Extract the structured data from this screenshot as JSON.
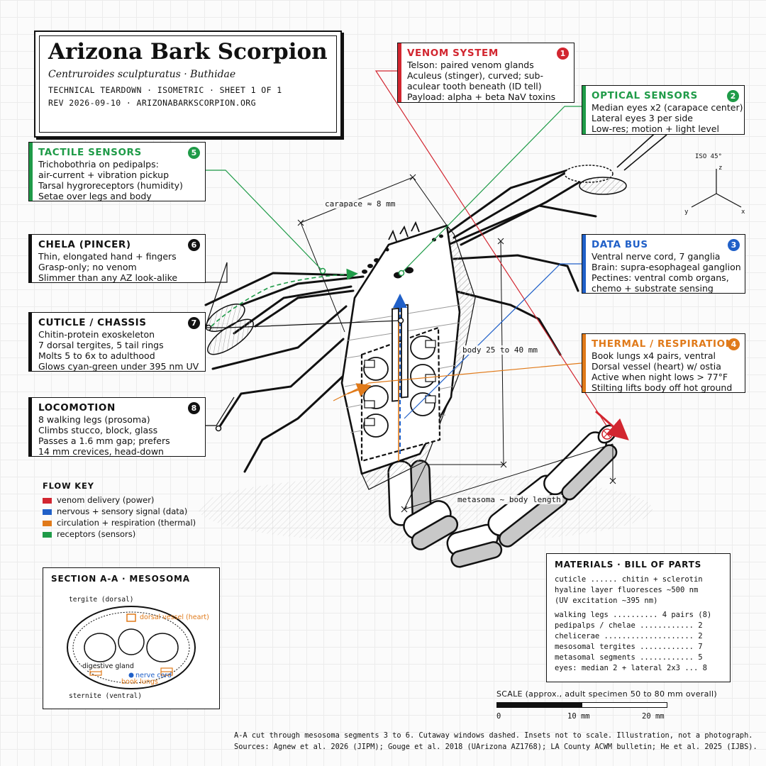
{
  "header": {
    "title": "Arizona Bark Scorpion",
    "subtitle": "Centruroides sculpturatus · Buthidae",
    "meta_line1": "TECHNICAL TEARDOWN · ISOMETRIC · SHEET 1 OF 1",
    "meta_line2": "REV 2026-09-10 · ARIZONABARKSCORPION.ORG"
  },
  "colors": {
    "venom": "#d22630",
    "optical": "#1f9b48",
    "data": "#2060c8",
    "thermal": "#e07a1a",
    "ink": "#111111"
  },
  "callouts": {
    "venom": {
      "title": "VENOM SYSTEM",
      "number": "1",
      "lines": [
        "Telson: paired venom glands",
        "Aculeus (stinger), curved; sub-",
        "aculear tooth beneath (ID tell)",
        "Payload: alpha + beta NaV toxins"
      ]
    },
    "optical": {
      "title": "OPTICAL SENSORS",
      "number": "2",
      "lines": [
        "Median eyes x2 (carapace center)",
        "Lateral eyes 3 per side",
        "Low-res; motion + light level"
      ]
    },
    "data_bus": {
      "title": "DATA BUS",
      "number": "3",
      "lines": [
        "Ventral nerve cord, 7 ganglia",
        "Brain: supra-esophageal ganglion",
        "Pectines: ventral comb organs,",
        "chemo + substrate sensing"
      ]
    },
    "thermal": {
      "title": "THERMAL / RESPIRATION",
      "number": "4",
      "lines": [
        "Book lungs x4 pairs, ventral",
        "Dorsal vessel (heart) w/ ostia",
        "Active when night lows > 77°F",
        "Stilting lifts body off hot ground"
      ]
    },
    "tactile": {
      "title": "TACTILE SENSORS",
      "number": "5",
      "lines": [
        "Trichobothria on pedipalps:",
        "air-current + vibration pickup",
        "Tarsal hygroreceptors (humidity)",
        "Setae over legs and body"
      ]
    },
    "chela": {
      "title": "CHELA (PINCER)",
      "number": "6",
      "lines": [
        "Thin, elongated hand + fingers",
        "Grasp-only; no venom",
        "Slimmer than any AZ look-alike"
      ]
    },
    "cuticle": {
      "title": "CUTICLE / CHASSIS",
      "number": "7",
      "lines": [
        "Chitin-protein exoskeleton",
        "7 dorsal tergites, 5 tail rings",
        "Molts 5 to 6x to adulthood",
        "Glows cyan-green under 395 nm UV"
      ]
    },
    "locomotion": {
      "title": "LOCOMOTION",
      "number": "8",
      "lines": [
        "8 walking legs (prosoma)",
        "Climbs stucco, block, glass",
        "Passes a 1.6 mm gap; prefers",
        "14 mm crevices, head-down"
      ]
    }
  },
  "dimensions": {
    "carapace": "carapace ≈ 8 mm",
    "body": "body 25 to 40 mm",
    "metasoma": "metasoma ~ body length"
  },
  "axes": {
    "label": "ISO 45°",
    "z": "z",
    "y": "y",
    "x": "x"
  },
  "flow_key": {
    "title": "FLOW KEY",
    "items": [
      {
        "label": "venom delivery (power)",
        "color": "#d22630"
      },
      {
        "label": "nervous + sensory signal (data)",
        "color": "#2060c8"
      },
      {
        "label": "circulation + respiration (thermal)",
        "color": "#e07a1a"
      },
      {
        "label": "receptors (sensors)",
        "color": "#1f9b48"
      }
    ]
  },
  "section": {
    "title": "SECTION A-A · MESOSOMA",
    "tergite": "tergite (dorsal)",
    "dorsal_vessel": "dorsal vessel (heart)",
    "digestive_gland": "digestive gland",
    "nerve_cord": "nerve cord",
    "book_lungs": "book lungs",
    "sternite": "sternite (ventral)"
  },
  "materials": {
    "title": "MATERIALS · BILL OF PARTS",
    "lines": [
      "cuticle ...... chitin + sclerotin",
      "hyaline layer fluoresces ~500 nm",
      "(UV excitation ~395 nm)",
      "walking legs .......... 4 pairs (8)",
      "pedipalps / chelae ............ 2",
      "chelicerae .................... 2",
      "mesosomal tergites ............ 7",
      "metasomal segments ............ 5",
      "eyes: median 2 + lateral 2x3 ... 8"
    ]
  },
  "scale": {
    "title": "SCALE (approx., adult specimen 50 to 80 mm overall)",
    "ticks": [
      "0",
      "10 mm",
      "20 mm"
    ]
  },
  "footer": {
    "line1": "A-A cut through mesosoma segments 3 to 6. Cutaway windows dashed. Insets not to scale. Illustration, not a photograph.",
    "line2": "Sources: Agnew et al. 2026 (JIPM); Gouge et al. 2018 (UArizona AZ1768); LA County ACWM bulletin; He et al. 2025 (IJBS)."
  }
}
